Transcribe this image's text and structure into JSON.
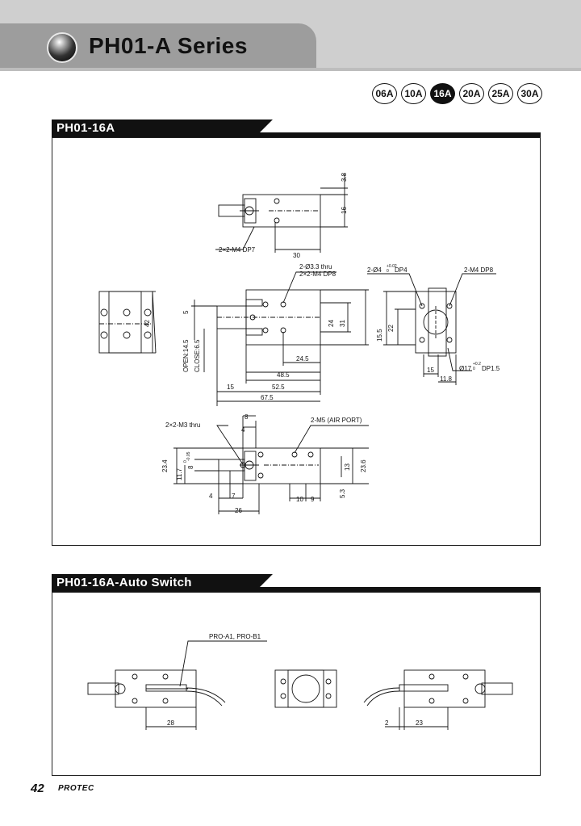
{
  "header": {
    "series_title": "PH01-A Series",
    "sizes": [
      {
        "label": "06A",
        "active": false
      },
      {
        "label": "10A",
        "active": false
      },
      {
        "label": "16A",
        "active": true
      },
      {
        "label": "20A",
        "active": false
      },
      {
        "label": "25A",
        "active": false
      },
      {
        "label": "30A",
        "active": false
      }
    ]
  },
  "section1": {
    "title": "PH01-16A",
    "top_view": {
      "dim_top": "3.8",
      "dim_height": "16",
      "dim_len": "30",
      "note": "2×2-M4 DP7"
    },
    "front_view": {
      "note_holes": "2-Ø3.3 thru",
      "note_tap": "2×2-M4 DP8",
      "dim_5": "5",
      "dim_24": "24",
      "dim_31": "31",
      "open": "OPEN:14.5",
      "close": "CLOSE:6.5",
      "dim_245": "24.5",
      "dim_485": "48.5",
      "dim_525": "52.5",
      "dim_15": "15",
      "dim_675": "67.5"
    },
    "side_view": {
      "dim_42": "42"
    },
    "end_view": {
      "note_pin": "2-Ø4",
      "pin_tol": "+0.02",
      "pin_tol_low": "0",
      "pin_depth": "DP4",
      "note_tap": "2-M4 DP8",
      "dim_155": "15.5",
      "dim_22": "22",
      "dim_15": "15",
      "dim_118": "11.8",
      "bore": "Ø17",
      "bore_tol": "+0.2",
      "bore_tol_low": "0",
      "bore_depth": "DP1.5"
    },
    "bottom_view": {
      "note_thru": "2×2-M3 thru",
      "note_port": "2-M5 (AIR PORT)",
      "dim_8": "8",
      "dim_4": "4",
      "dim_234": "23.4",
      "dim_117": "11.7",
      "dim_8b": "8",
      "tol_plus": "-0.05",
      "tol_zero": "0",
      "dim_13": "13",
      "dim_236": "23.6",
      "dim_4b": "4",
      "dim_7": "7",
      "dim_26": "26",
      "dim_10": "10",
      "dim_9": "9",
      "dim_53": "5.3"
    }
  },
  "section2": {
    "title": "PH01-16A-Auto Switch",
    "switch_note": "PRO-A1, PRO-B1",
    "dim_28": "28",
    "dim_2": "2",
    "dim_23": "23"
  },
  "footer": {
    "page": "42",
    "brand": "PROTEC"
  }
}
